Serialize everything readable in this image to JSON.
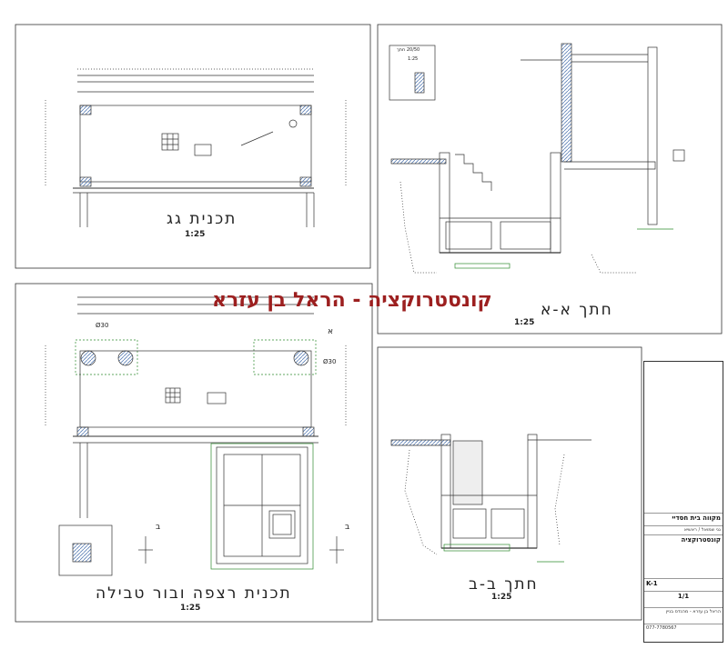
{
  "banner": "קונסטרוקציה - הראל בן עזרא",
  "views": {
    "roof_plan": {
      "title": "תכנית גג",
      "scale": "1:25"
    },
    "section_aa": {
      "title": "חתך א-א",
      "scale": "1:25"
    },
    "floor_plan": {
      "title": "תכנית רצפה ובור טבילה",
      "scale": "1:25"
    },
    "section_bb": {
      "title": "חתך ב-ב",
      "scale": "1:25"
    }
  },
  "labels": {
    "dia30_a": "Ø30",
    "dia30_b": "Ø30",
    "detail_header": "20/50 חתך",
    "detail_scale": "1:25",
    "marker_b1": "ב",
    "marker_b2": "ב",
    "marker_a": "א"
  },
  "title_block": {
    "project": "מקווה בית חסדיי",
    "subtitle": "גני שמואל / ראשיא",
    "discipline": "קונסטרוקציה",
    "sheet_no": "1/1",
    "sheet_code": "K-1",
    "firm": "הראל בן עזרא - מהנדס בניין",
    "phone": "077-7780567"
  },
  "colors": {
    "banner": "#9c1f1f",
    "green": "#2e8b2e",
    "line": "#333333",
    "hatch": "#5b7fb5"
  }
}
